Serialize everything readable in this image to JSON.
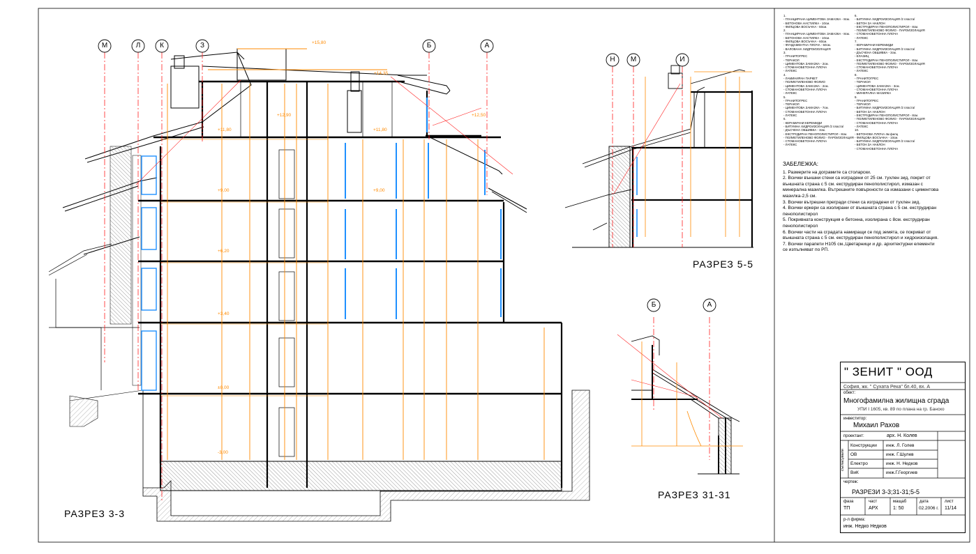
{
  "sections": {
    "s33": "РАЗРЕЗ 3-3",
    "s55": "РАЗРЕЗ 5-5",
    "s3131": "РАЗРЕЗ 31-31"
  },
  "axes": {
    "main": [
      "М",
      "Л",
      "К",
      "З",
      "Б",
      "А"
    ],
    "s55": [
      "Н",
      "М",
      "И"
    ],
    "s3131": [
      "Б",
      "А"
    ]
  },
  "levels": [
    "+15,80",
    "+14,35",
    "+12,90",
    "+12,50",
    "+11,80",
    "+11,80",
    "+9,00",
    "+9,00",
    "+6,20",
    "+3,40",
    "±0,00",
    "-3,00"
  ],
  "notes": {
    "heading": "ЗАБЕЛЕЖКА:",
    "items": [
      "1. Размерите на дограмите са столарски.",
      "2. Всички външни стени са изградени от 25 см. тухлен зид, покрит от външната страна с 5 см. екструдиран пенополистирол, измазан с минерална мазилка. Вътрешните повърхности са измазани с циментова мазилка-2,5 см.",
      "3. Всички вътрешни прегради стени са изградени от тухлен зид.",
      "4. Всички еркери са изолирани от външната страна с 5 см. екструдиран пенополистирол",
      "5. Покривната конструкция е бетонна, изолирана с 8см. екструдиран пенополистирол",
      "6. Всички части на сградата намиращи се под земята, се покриват от външната страна с 5 см. екструдиран пенополистирол и хидроизолация.",
      "7. Всички парапети Н105 см.,Цветарници и др. архитектурни елементи се изпълняват по РП."
    ]
  },
  "specs_left": [
    "1.",
    "- ГЛАНЦИРАНА ЦИМЕНТОВА ЗАМАЗКА - 8см.",
    "- БЕТОНОВА НАСТИЛКА - 10см.",
    "- ФИЛЦОВА ВОСЪЧНА - 60см.",
    "2.",
    "- ГЛАНЦИРАНА ЦИМЕНТОВА ЗАМАЗКА - 8см.",
    "- БЕТОНОВА НАСТИЛКА - 10см.",
    "- ФИЛЦОВА ВОСЪЧНА - 60см.",
    "- ФУНДАМЕНТНА ПЛОЧА - 50см.",
    "- ВАЛОВАНА ХИДРОИЗОЛАЦИЯ",
    "3.",
    "- ГРАНИТОГРЕС",
    "- ТЕРАКОЛ",
    "- ЦИМЕНТОВА ЗАМАЗКА - 2см.",
    "- СТОМАНОБЕТОННА ПЛОЧА",
    "- ЛАТЕКС",
    "4.",
    "- ЛАМИНИРАН ПАРКЕТ",
    "- ПОЛИЕТИЛЕНОВО ФОЛИО",
    "- ЦИМЕНТОВА ЗАМАЗКА - 2см.",
    "- СТОМАНОБЕТОННА ПЛОЧА",
    "- ЛАТЕКС",
    "5.",
    "- ГРАНИТОГРЕС",
    "- ТЕРАКОЛ",
    "- ЦИМЕНТОВА ЗАМАЗКА - 7см.",
    "- СТОМАНОБЕТОННА ПЛОЧА",
    "- ЛАТЕКС",
    "6.",
    "- КЕРАМИЧНИ КЕРЕМИДИ",
    "- БИТУМНА ХИДРОИЗОЛАЦИЯ /2 пласта/",
    "- ДЪСЧЕНА ОБШИВКА - 3см.",
    "- ЕКСТРУДИРАН ПЕНОПОЛИСТИРОЛ - 8см.",
    "- ПОЛИЕТИЛЕНОВО ФОЛИО - ПАРОИЗОЛАЦИЯ",
    "- СТОМАНОБЕТОННА ПЛОЧА",
    "- ЛАТЕКС"
  ],
  "specs_right": [
    "6.",
    "- БИТУМНА ХИДРОИЗОЛАЦИЯ /2 пласта/",
    "- БЕТОН ЗА НАКЛОН",
    "- ЕКСТРУДИРАН ПЕНОПОЛИСТИРОЛ - 8см.",
    "- ПОЛИЕТИЛЕНОВО ФОЛИО - ПАРОИЗОЛАЦИЯ",
    "- СТОМАНОБЕТОННА ПЛОЧА",
    "- ЛАТЕКС",
    "7.",
    "- КЕРАМИЧНИ КЕРЕМИДИ",
    "- БИТУМНА ХИДРОИЗОЛАЦИЯ /2 пласта/",
    "- ДЪСЧЕНА ОБШИВКА - 3см.",
    "- ЕЛАЗИЦ",
    "- ЕКСТРУДИРАН ПЕНОПОЛИСТИРОЛ - 8см.",
    "- ПОЛИЕТИЛЕНОВО ФОЛИО - ПАРОИЗОЛАЦИЯ",
    "- СТОМАНОБЕТОННА ПЛОЧА",
    "- ЛАТЕКС",
    "8.",
    "- ГРАНИТОГРЕС",
    "- ТЕРАКОЛ",
    "- ЦИМЕНТОВА ЗАМАЗКА - 3см.",
    "- СТОМАНОБЕТОННА ПЛОЧА",
    "- МИНЕРАЛНА МАЗИЛКА",
    "9.",
    "- ГРАНИТОГРЕС",
    "- ТЕРАКОЛ",
    "- БИТУМНА ХИДРОИЗОЛАЦИЯ /2 пласта/",
    "- БЕТОН ЗА НАКЛОН",
    "- ЕКСТРУДИРАН ПЕНОПОЛИСТИРОЛ - 8см.",
    "- ПОЛИЕТИЛЕНОВО ФОЛИО - ПАРОИЗОЛАЦИЯ",
    "- СТОМАНОБЕТОННА ПЛОЧА",
    "- ЛАТЕКС",
    "10.",
    "- БЕТОНОВА ПЛОЧА 4м филц",
    "- ФИЛЦОВА ВОСЪЧНА - 10см.",
    "- БИТУМНА ХИДРОИЗОЛАЦИЯ /2 пласта/",
    "- БЕТОН ЗА НАКЛОН",
    "- СТОМАНОБЕТОННА ПЛОЧА"
  ],
  "titleblock": {
    "company": "\" ЗЕНИТ \" ООД",
    "address": "София, жк. \" Сухата Река\" бл.40, вх. А",
    "object_label": "обект:",
    "object": "Многофамилна жилищна сграда",
    "object_sub": "УПИ I 1605, кв. 89 по плана на гр. Банско",
    "investor_label": "инвеститор:",
    "investor": "Михаил Рахов",
    "designer_label": "проектант:",
    "designer": "арх. Н. Колев",
    "collab_label": "съгласували",
    "collaborators": [
      {
        "part": "Конструкции",
        "name": "инж. Л. Голев"
      },
      {
        "part": "ОВ",
        "name": "инж. Г.Шулев"
      },
      {
        "part": "Електро",
        "name": "инж. Н. Недков"
      },
      {
        "part": "ВиК",
        "name": "инж.Г.Георгиев"
      }
    ],
    "drawing_label": "чертеж:",
    "drawing": "РАЗРЕЗИ 3-3;31-31;5-5",
    "phase_label": "фаза",
    "phase": "ТП",
    "part_label": "част",
    "part": "АРХ",
    "scale_label": "мащаб",
    "scale": "1: 50",
    "date_label": "дата",
    "date": "02.2006 г.",
    "sheet_label": "лист",
    "sheet": "11/14",
    "firm_label": "р-л фирма:",
    "firm": "инж. Недко Недков"
  },
  "colors": {
    "outline": "#000000",
    "dimension": "#ff8a00",
    "axis": "#ff2020",
    "glazing": "#1e90ff",
    "ground": "#d9d9d9"
  }
}
